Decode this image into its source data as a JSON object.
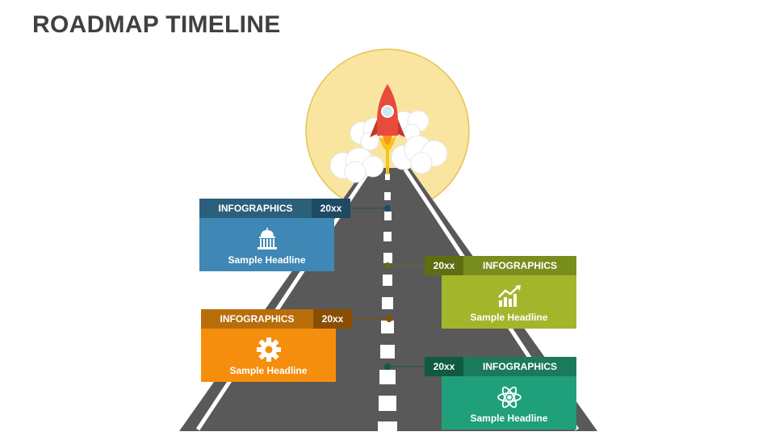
{
  "title": "ROADMAP TIMELINE",
  "colors": {
    "road": "#5a5a5a",
    "sun": "#fae5a0",
    "rocket": "#e84a3c"
  },
  "milestones": [
    {
      "label": "INFOGRAPHICS",
      "year": "20xx",
      "headline": "Sample Headline",
      "icon": "capitol-building-icon",
      "header_color": "#2c5f7c",
      "year_color": "#1e4a63",
      "body_color": "#3f88b5"
    },
    {
      "label": "INFOGRAPHICS",
      "year": "20xx",
      "headline": "Sample Headline",
      "icon": "growth-chart-icon",
      "header_color": "#7a8e1e",
      "year_color": "#5e6e12",
      "body_color": "#a3b52a"
    },
    {
      "label": "INFOGRAPHICS",
      "year": "20xx",
      "headline": "Sample Headline",
      "icon": "gear-icon",
      "header_color": "#b86e0a",
      "year_color": "#8a4e02",
      "body_color": "#f58e0d"
    },
    {
      "label": "INFOGRAPHICS",
      "year": "20xx",
      "headline": "Sample Headline",
      "icon": "atom-icon",
      "header_color": "#1c7a5c",
      "year_color": "#105a42",
      "body_color": "#20a07a"
    }
  ]
}
